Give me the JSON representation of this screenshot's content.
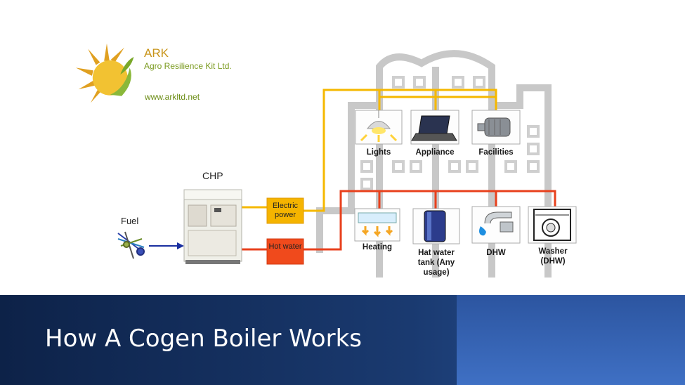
{
  "logo": {
    "name": "ARK",
    "full_name": "Agro Resilience Kit Ltd.",
    "url": "www.arkltd.net"
  },
  "diagram": {
    "chp_label": "CHP",
    "fuel_label": "Fuel",
    "electric_box": "Electric power",
    "hot_water_box": "Hot water",
    "electric_outputs": [
      "Lights",
      "Appliance",
      "Facilities"
    ],
    "heat_outputs": [
      "Heating",
      "Hat water tank (Any usage)",
      "DHW",
      "Washer (DHW)"
    ]
  },
  "slide_title": "How A Cogen Boiler Works",
  "colors": {
    "electric_line": "#f5b800",
    "hot_line": "#e8401c",
    "banner_dark": "#0f2650",
    "banner_light": "#3a6cc0"
  }
}
